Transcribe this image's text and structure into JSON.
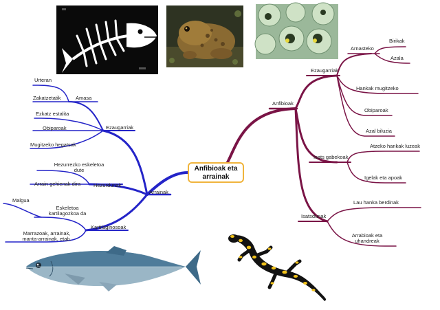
{
  "central_topic": {
    "line1": "Anfibioak eta",
    "line2": "arrainak"
  },
  "left": {
    "arrainak": "Arrainak",
    "ezaugarriak": "Ezaugarriak",
    "amasa": "Amasa",
    "urteran": "Urteran",
    "zakatzetatik": "Zakatzetatik",
    "ezkatz_estalita": "Ezkatz estalita",
    "obiparoak": "Obiparoak",
    "mugitzeko_hegatsak": "Mugitzeko hegatsak",
    "hezurdunak": "Hezurdunak",
    "hezurrezko_1": "Hezurrezko eskeletoa",
    "hezurrezko_2": "dute",
    "arrain_gehienak": "Arrain gehienak dira",
    "kartilaginosoak": "Kartilaginosoak",
    "malgua": "Malgua",
    "eskeletoa_1": "Eskeletoa",
    "eskeletoa_2": "kartilagozkoa da",
    "marrazoak_1": "Marrazoak, arrainak,",
    "marrazoak_2": "manta-arrainak, etab."
  },
  "right": {
    "anfibioak": "Anfibioak",
    "ezaugarriak": "Ezaugarriak",
    "arnasteko": "Arnasteko",
    "birikak": "Birikak",
    "azala": "Azala",
    "hankak_mugitzeko": "Hankak mugitzeko",
    "obiparoak": "Obiparoak",
    "azal_biluzia": "Azal biluzia",
    "isats_gabekoak": "Isats gabekoak",
    "atzeko_hankak": "Atzeko hankak luzeak",
    "igelak": "Igelak eta apoak",
    "isatsdunak": "Isatsdunak",
    "lau_hanka": "Lau hanka berdinak",
    "arrabioak_1": "Arrabioak eta",
    "arrabioak_2": "uhandreak"
  },
  "colors": {
    "left_branch": "#2424c8",
    "right_branch": "#7a1446",
    "center_border": "#f0b43c"
  },
  "icons": [
    "fish-skeleton-icon",
    "toad-photo",
    "frog-eggs-photo",
    "fish-illustration",
    "salamander-illustration"
  ]
}
